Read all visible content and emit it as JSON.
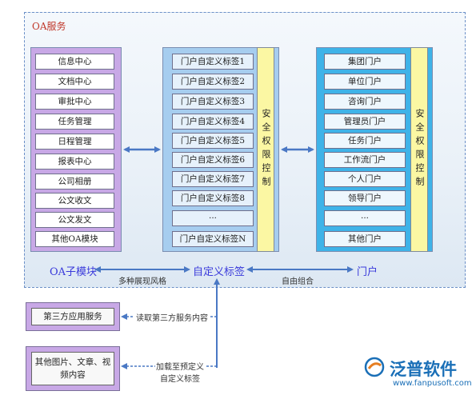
{
  "frame_title": "OA服务",
  "oa_modules": {
    "items": [
      "信息中心",
      "文档中心",
      "审批中心",
      "任务管理",
      "日程管理",
      "报表中心",
      "公司相册",
      "公文收文",
      "公文发文",
      "其他OA模块"
    ],
    "label": "OA子模块"
  },
  "custom_tags": {
    "items": [
      "门户自定义标签1",
      "门户自定义标签2",
      "门户自定义标签3",
      "门户自定义标签4",
      "门户自定义标签5",
      "门户自定义标签6",
      "门户自定义标签7",
      "门户自定义标签8",
      "···",
      "门户自定义标签N"
    ],
    "security": "安全权限控制",
    "label": "自定义标签"
  },
  "portals": {
    "items": [
      "集团门户",
      "单位门户",
      "咨询门户",
      "管理员门户",
      "任务门户",
      "工作流门户",
      "个人门户",
      "领导门户",
      "···",
      "其他门户"
    ],
    "security": "安全权限控制",
    "label": "门户"
  },
  "connector_labels": {
    "styles": "多种展现风格",
    "combination": "自由组合",
    "third_party_read": "读取第三方服务内容",
    "load_predefined_line1": "加载至预定义",
    "load_predefined_line2": "自定义标签"
  },
  "side_boxes": {
    "third_party": "第三方应用服务",
    "media_line1": "其他图片、文章、视",
    "media_line2": "频内容"
  },
  "logo": {
    "name": "泛普软件",
    "url": "www.fanpusoft.com"
  },
  "colors": {
    "arrow": "#4a78c4",
    "oa_panel": "#c8a8e6",
    "tags_panel": "#a6cdef",
    "portal_panel": "#3fb3e8",
    "security": "#fbf7a3",
    "title": "#c0392b",
    "section_label": "#3a3adb"
  }
}
